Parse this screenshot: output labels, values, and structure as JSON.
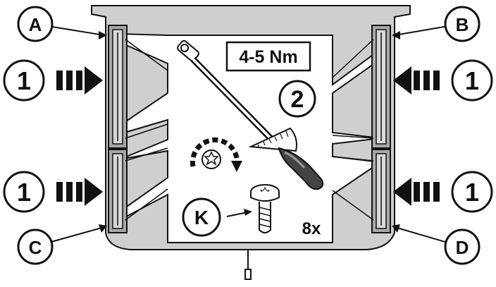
{
  "callouts": {
    "a": "A",
    "b": "B",
    "c": "C",
    "d": "D",
    "step_push": "1",
    "step_tighten": "2",
    "screw_type": "K"
  },
  "torque_label": "4-5 Nm",
  "screw_quantity": "8x",
  "colors": {
    "panel": "#cfcfcf",
    "panel_dark": "#a8a8a8",
    "stroke": "#111111",
    "background": "#ffffff"
  },
  "icons": {
    "torque_tool": "torque-wrench-icon",
    "rotation": "clockwise-rotation-icon",
    "screw": "torx-screw-icon",
    "push": "push-arrow-icon"
  }
}
